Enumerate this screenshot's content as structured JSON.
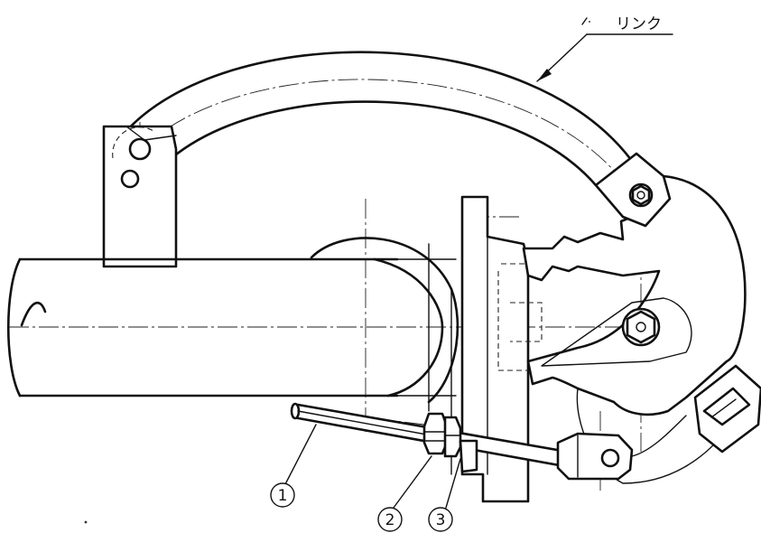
{
  "figure": {
    "part_label_link": "リンク",
    "callouts": [
      {
        "number": "1"
      },
      {
        "number": "2"
      },
      {
        "number": "3"
      }
    ]
  }
}
